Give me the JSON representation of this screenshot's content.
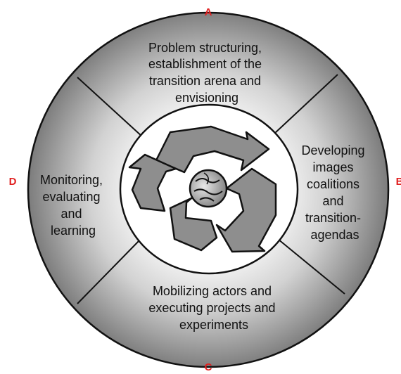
{
  "labels": {
    "top": "A",
    "left": "D",
    "right": "B",
    "bottom": "C",
    "color": "#e02020"
  },
  "segments": {
    "top": {
      "lines": [
        "Problem structuring,",
        "establishment of the",
        "transition arena and",
        "envisioning"
      ]
    },
    "right": {
      "lines": [
        "Developing",
        "images",
        "coalitions",
        "and",
        "transition-",
        "agendas"
      ]
    },
    "bottom": {
      "lines": [
        "Mobilizing actors and",
        "executing projects and",
        "experiments"
      ]
    },
    "left": {
      "lines": [
        "Monitoring,",
        "evaluating",
        "and",
        "learning"
      ]
    }
  },
  "center": {
    "icons": [
      "recycle-arrows-icon",
      "globe-icon"
    ]
  },
  "colors": {
    "ring_light": "#f2f2f2",
    "ring_dark": "#7a7a7a",
    "arrow_fill": "#8e8e8e",
    "outline": "#111111"
  }
}
